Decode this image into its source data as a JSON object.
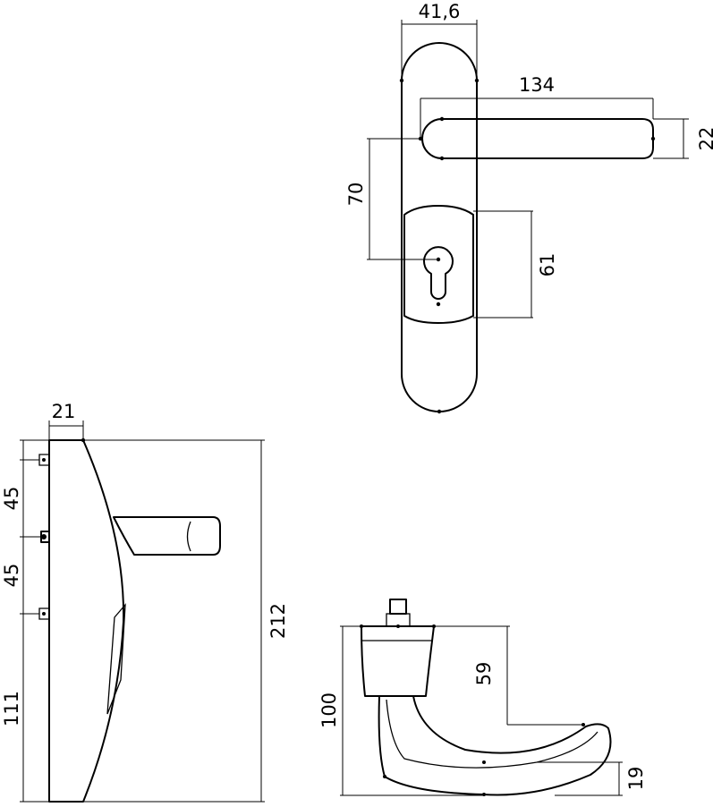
{
  "dimensions": {
    "plate_width": "41,6",
    "lever_length": "134",
    "lever_thickness": "22",
    "distance_lever_to_cylinder": "70",
    "escutcheon_height": "61",
    "side_depth": "21",
    "upper_spacing": "45",
    "lower_spacing": "45",
    "lower_section": "111",
    "total_height": "212",
    "lever_side_height": "100",
    "rose_height": "59",
    "handle_thickness": "19"
  }
}
